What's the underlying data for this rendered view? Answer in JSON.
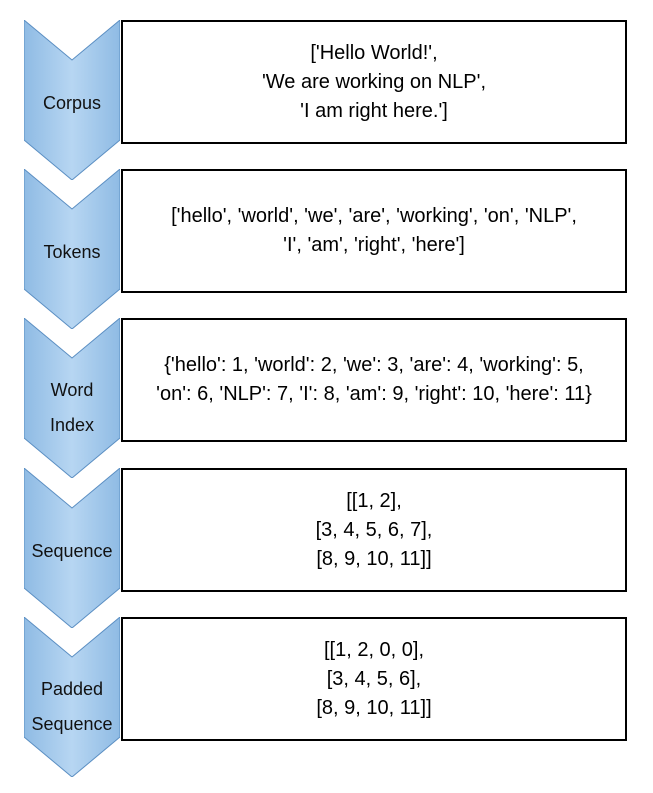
{
  "colors": {
    "arrow_fill": "#a8ccec",
    "arrow_edge": "#5a8ec2",
    "box_border": "#000000",
    "text": "#000000"
  },
  "steps": [
    {
      "label_lines": [
        "Corpus"
      ],
      "content_lines": [
        "['Hello World!',",
        "'We are working on NLP',",
        "'I am right here.']"
      ]
    },
    {
      "label_lines": [
        "Tokens"
      ],
      "content_lines": [
        "['hello', 'world', 'we', 'are', 'working', 'on', 'NLP',",
        "'I', 'am', 'right', 'here']"
      ]
    },
    {
      "label_lines": [
        "Word",
        "Index"
      ],
      "content_lines": [
        "{'hello': 1, 'world': 2, 'we': 3, 'are': 4, 'working': 5,",
        "'on': 6, 'NLP': 7, 'I': 8, 'am': 9, 'right': 10, 'here': 11}"
      ]
    },
    {
      "label_lines": [
        "Sequence"
      ],
      "content_lines": [
        "[[1, 2],",
        "[3, 4, 5, 6, 7],",
        "[8, 9, 10, 11]]"
      ]
    },
    {
      "label_lines": [
        "Padded",
        "Sequence"
      ],
      "content_lines": [
        "[[1, 2, 0, 0],",
        "[3, 4, 5, 6],",
        "[8, 9, 10, 11]]"
      ]
    }
  ]
}
